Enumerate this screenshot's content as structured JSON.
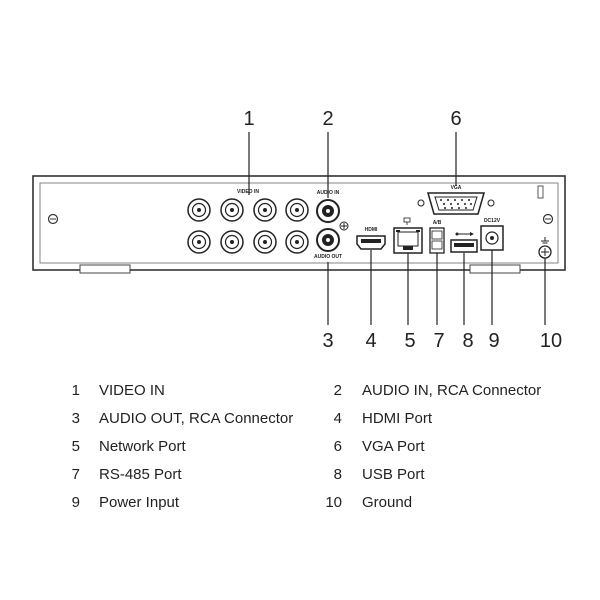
{
  "callouts": [
    "1",
    "2",
    "3",
    "4",
    "5",
    "6",
    "7",
    "8",
    "9",
    "10"
  ],
  "panel_labels": {
    "video_in": "VIDEO IN",
    "audio_in": "AUDIO IN",
    "audio_out": "AUDIO OUT",
    "vga": "VGA",
    "hdmi": "HDMI",
    "rs485": "A/B",
    "power": "DC12V"
  },
  "legend": [
    {
      "num": "1",
      "text": "VIDEO IN"
    },
    {
      "num": "2",
      "text": "AUDIO IN, RCA Connector"
    },
    {
      "num": "3",
      "text": "AUDIO OUT, RCA Connector"
    },
    {
      "num": "4",
      "text": "HDMI Port"
    },
    {
      "num": "5",
      "text": "Network Port"
    },
    {
      "num": "6",
      "text": "VGA Port"
    },
    {
      "num": "7",
      "text": "RS-485 Port"
    },
    {
      "num": "8",
      "text": "USB Port"
    },
    {
      "num": "9",
      "text": "Power Input"
    },
    {
      "num": "10",
      "text": "Ground"
    }
  ]
}
